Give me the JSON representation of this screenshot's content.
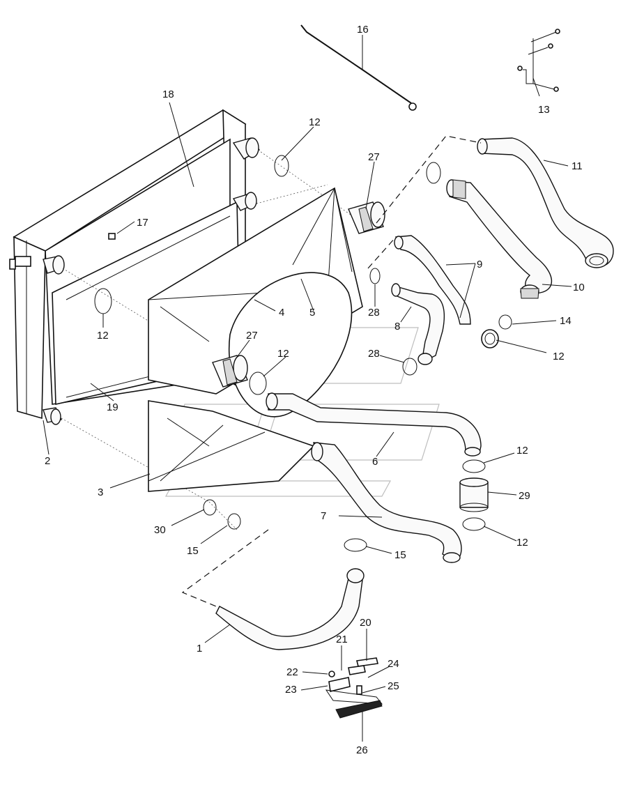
{
  "callouts": [
    {
      "id": "c1",
      "label": "1"
    },
    {
      "id": "c2",
      "label": "2"
    },
    {
      "id": "c3",
      "label": "3"
    },
    {
      "id": "c4",
      "label": "4"
    },
    {
      "id": "c5",
      "label": "5"
    },
    {
      "id": "c6",
      "label": "6"
    },
    {
      "id": "c7",
      "label": "7"
    },
    {
      "id": "c8",
      "label": "8"
    },
    {
      "id": "c9",
      "label": "9"
    },
    {
      "id": "c10",
      "label": "10"
    },
    {
      "id": "c11",
      "label": "11"
    },
    {
      "id": "c12a",
      "label": "12"
    },
    {
      "id": "c12b",
      "label": "12"
    },
    {
      "id": "c12c",
      "label": "12"
    },
    {
      "id": "c12d",
      "label": "12"
    },
    {
      "id": "c12e",
      "label": "12"
    },
    {
      "id": "c12f",
      "label": "12"
    },
    {
      "id": "c13",
      "label": "13"
    },
    {
      "id": "c14",
      "label": "14"
    },
    {
      "id": "c15a",
      "label": "15"
    },
    {
      "id": "c15b",
      "label": "15"
    },
    {
      "id": "c16",
      "label": "16"
    },
    {
      "id": "c17",
      "label": "17"
    },
    {
      "id": "c18",
      "label": "18"
    },
    {
      "id": "c19",
      "label": "19"
    },
    {
      "id": "c20",
      "label": "20"
    },
    {
      "id": "c21",
      "label": "21"
    },
    {
      "id": "c22",
      "label": "22"
    },
    {
      "id": "c23",
      "label": "23"
    },
    {
      "id": "c24",
      "label": "24"
    },
    {
      "id": "c25",
      "label": "25"
    },
    {
      "id": "c26",
      "label": "26"
    },
    {
      "id": "c27a",
      "label": "27"
    },
    {
      "id": "c27b",
      "label": "27"
    },
    {
      "id": "c28a",
      "label": "28"
    },
    {
      "id": "c28b",
      "label": "28"
    },
    {
      "id": "c29",
      "label": "29"
    },
    {
      "id": "c30",
      "label": "30"
    }
  ]
}
